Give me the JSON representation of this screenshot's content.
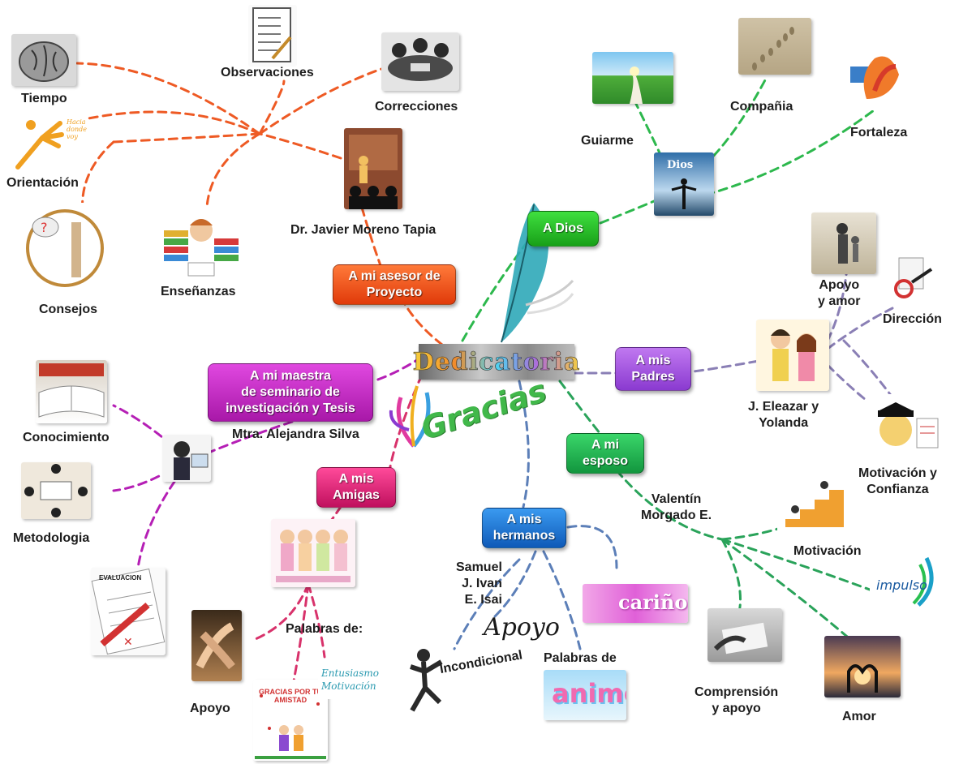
{
  "center": {
    "title": "Dedicatoria",
    "subtitle": "Gracias"
  },
  "branches": {
    "dios": {
      "label": "A Dios",
      "color": "#22b522"
    },
    "asesor": {
      "label": "A mi asesor de\nProyecto",
      "color": "#f25a12"
    },
    "padres": {
      "label": "A mis\nPadres",
      "color": "#a44ee0"
    },
    "maestra": {
      "label": "A mi maestra\nde seminario de\ninvestigación y Tesis",
      "color": "#c81ec8"
    },
    "esposo": {
      "label": "A mi\nesposo",
      "color": "#1fae4e"
    },
    "amigas": {
      "label": "A mis\nAmigas",
      "color": "#e0237a"
    },
    "hermanos": {
      "label": "A mis\nhermanos",
      "color": "#1a77d6"
    }
  },
  "labels": {
    "tiempo": "Tiempo",
    "observaciones": "Observaciones",
    "correcciones": "Correcciones",
    "orientacion": "Orientación",
    "consejos": "Consejos",
    "ensenanzas": "Enseñanzas",
    "asesor_name": "Dr. Javier Moreno Tapia",
    "guiarme": "Guiarme",
    "compania": "Compañia",
    "fortaleza": "Fortaleza",
    "apoyo_amor": "Apoyo\ny amor",
    "direccion": "Dirección",
    "padres_names": "J. Eleazar y\nYolanda",
    "motivacion_confianza": "Motivación y\nConfianza",
    "esposo_name": "Valentín\nMorgado E.",
    "motivacion": "Motivación",
    "comprension": "Comprensión\ny apoyo",
    "amor": "Amor",
    "conocimiento": "Conocimiento",
    "metodologia": "Metodologia",
    "maestra_name": "Mtra. Alejandra  Silva",
    "palabras_de": "Palabras de:",
    "apoyo": "Apoyo",
    "hermanos_names": "Samuel\nJ. Ivan\nE. Isai",
    "incondicional": "Incondicional",
    "palabras_de2": "Palabras de"
  },
  "image_text": {
    "apoyo_script": "Apoyo",
    "carino": "cariño",
    "animo": "animo",
    "impulso": "impulso",
    "entusiasmo": "Entusiasmo\nMotivación",
    "gracias_amistad": "GRACIAS POR TU\nAMISTAD",
    "evaluacion": "EVALUACION",
    "dios_text": "Dios",
    "orientacion_note": "Hacia\ndonde\nvoy"
  },
  "colors": {
    "asesor_links": "#ee5a24",
    "dios_links": "#2db84d",
    "padres_links": "#8a7fb5",
    "maestra_links": "#b51fb5",
    "amigas_links": "#d8326b",
    "hermanos_links": "#5c7fb8",
    "esposo_links": "#2aa35a"
  }
}
